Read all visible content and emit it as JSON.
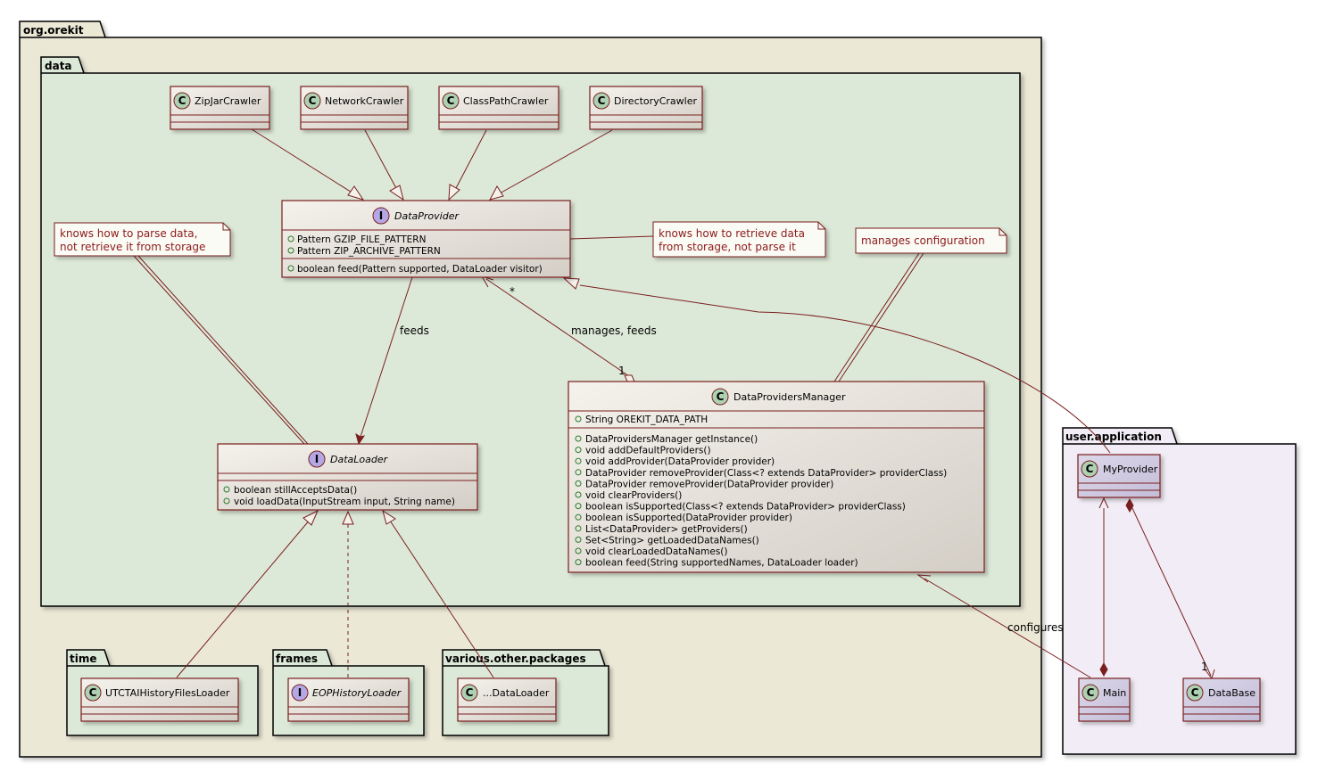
{
  "packages": {
    "orekit": "org.orekit",
    "data": "data",
    "time": "time",
    "frames": "frames",
    "various": "various.other.packages",
    "user": "user.application"
  },
  "classes": {
    "zipjar": "ZipJarCrawler",
    "network": "NetworkCrawler",
    "classpath": "ClassPathCrawler",
    "directory": "DirectoryCrawler",
    "dataprovider": "DataProvider",
    "dataloader": "DataLoader",
    "manager": "DataProvidersManager",
    "utctai": "UTCTAIHistoryFilesLoader",
    "eop": "EOPHistoryLoader",
    "other_loader": "...DataLoader",
    "myprovider": "MyProvider",
    "main": "Main",
    "database": "DataBase"
  },
  "dataprovider_fields": [
    "Pattern GZIP_FILE_PATTERN",
    "Pattern ZIP_ARCHIVE_PATTERN"
  ],
  "dataprovider_methods": [
    "boolean feed(Pattern supported, DataLoader visitor)"
  ],
  "dataloader_methods": [
    "boolean stillAcceptsData()",
    "void loadData(InputStream input, String name)"
  ],
  "manager_fields": [
    "String OREKIT_DATA_PATH"
  ],
  "manager_methods": [
    "DataProvidersManager getInstance()",
    "void addDefaultProviders()",
    "void addProvider(DataProvider provider)",
    "DataProvider removeProvider(Class<? extends DataProvider> providerClass)",
    "DataProvider removeProvider(DataProvider provider)",
    "void clearProviders()",
    "boolean isSupported(Class<? extends DataProvider> providerClass)",
    "boolean isSupported(DataProvider provider)",
    "List<DataProvider> getProviders()",
    "Set<String> getLoadedDataNames()",
    "void clearLoadedDataNames()",
    "boolean feed(String supportedNames, DataLoader loader)"
  ],
  "notes": {
    "parse": [
      "knows how to parse data,",
      "not retrieve it from storage"
    ],
    "retrieve": [
      "knows how to retrieve data",
      "from storage, not parse it"
    ],
    "config": [
      "manages configuration"
    ]
  },
  "edge_labels": {
    "feeds": "feeds",
    "manages": "manages, feeds",
    "star": "*",
    "one": "1",
    "configures": "configures",
    "db_one": "1"
  },
  "colors": {
    "package_outer": "#ebe8d6",
    "package_inner": "#dde9d8",
    "user_package": "#f1ecf5",
    "class_fill": "#e6e1d9",
    "user_class_fill": "#cfcae0",
    "border": "#7a1f1f",
    "circle_class": "#add1b2",
    "circle_interface": "#b4a7e5",
    "note_fill": "#fbfbf5"
  }
}
